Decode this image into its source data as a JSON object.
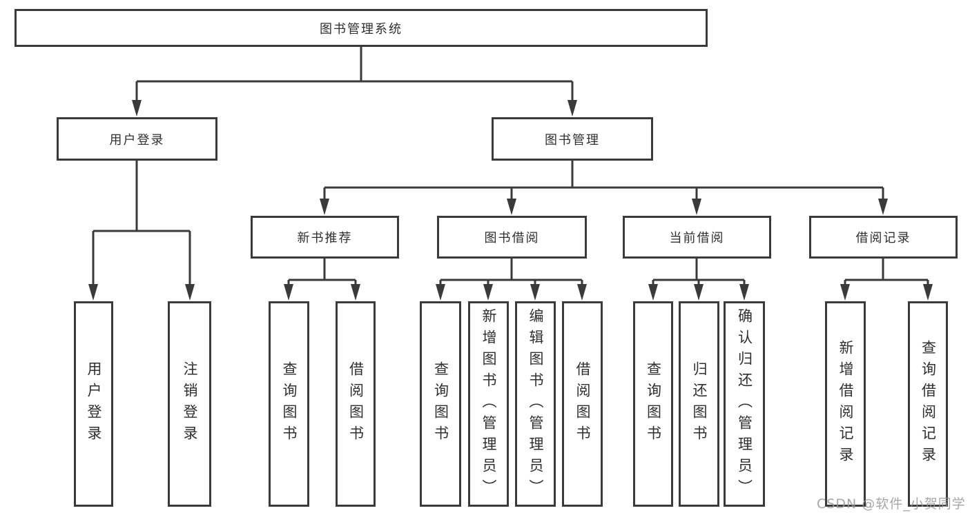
{
  "diagram_type": "hierarchy-tree",
  "title": "图书管理系统",
  "colors": {
    "line": "#3a3a3a",
    "text": "#2f2f2f",
    "background": "#ffffff",
    "watermark": "#969696"
  },
  "tree": {
    "label": "图书管理系统",
    "children": [
      {
        "label": "用户登录",
        "children": [
          {
            "label": "用户登录"
          },
          {
            "label": "注销登录"
          }
        ]
      },
      {
        "label": "图书管理",
        "children": [
          {
            "label": "新书推荐",
            "children": [
              {
                "label": "查询图书"
              },
              {
                "label": "借阅图书"
              }
            ]
          },
          {
            "label": "图书借阅",
            "children": [
              {
                "label": "查询图书"
              },
              {
                "label": "新增图书（管理员）"
              },
              {
                "label": "编辑图书（管理员）"
              },
              {
                "label": "借阅图书"
              }
            ]
          },
          {
            "label": "当前借阅",
            "children": [
              {
                "label": "查询图书"
              },
              {
                "label": "归还图书"
              },
              {
                "label": "确认归还（管理员）"
              }
            ]
          },
          {
            "label": "借阅记录",
            "children": [
              {
                "label": "新增借阅记录"
              },
              {
                "label": "查询借阅记录"
              }
            ]
          }
        ]
      }
    ]
  },
  "watermark": "CSDN @软件_小贺同学"
}
